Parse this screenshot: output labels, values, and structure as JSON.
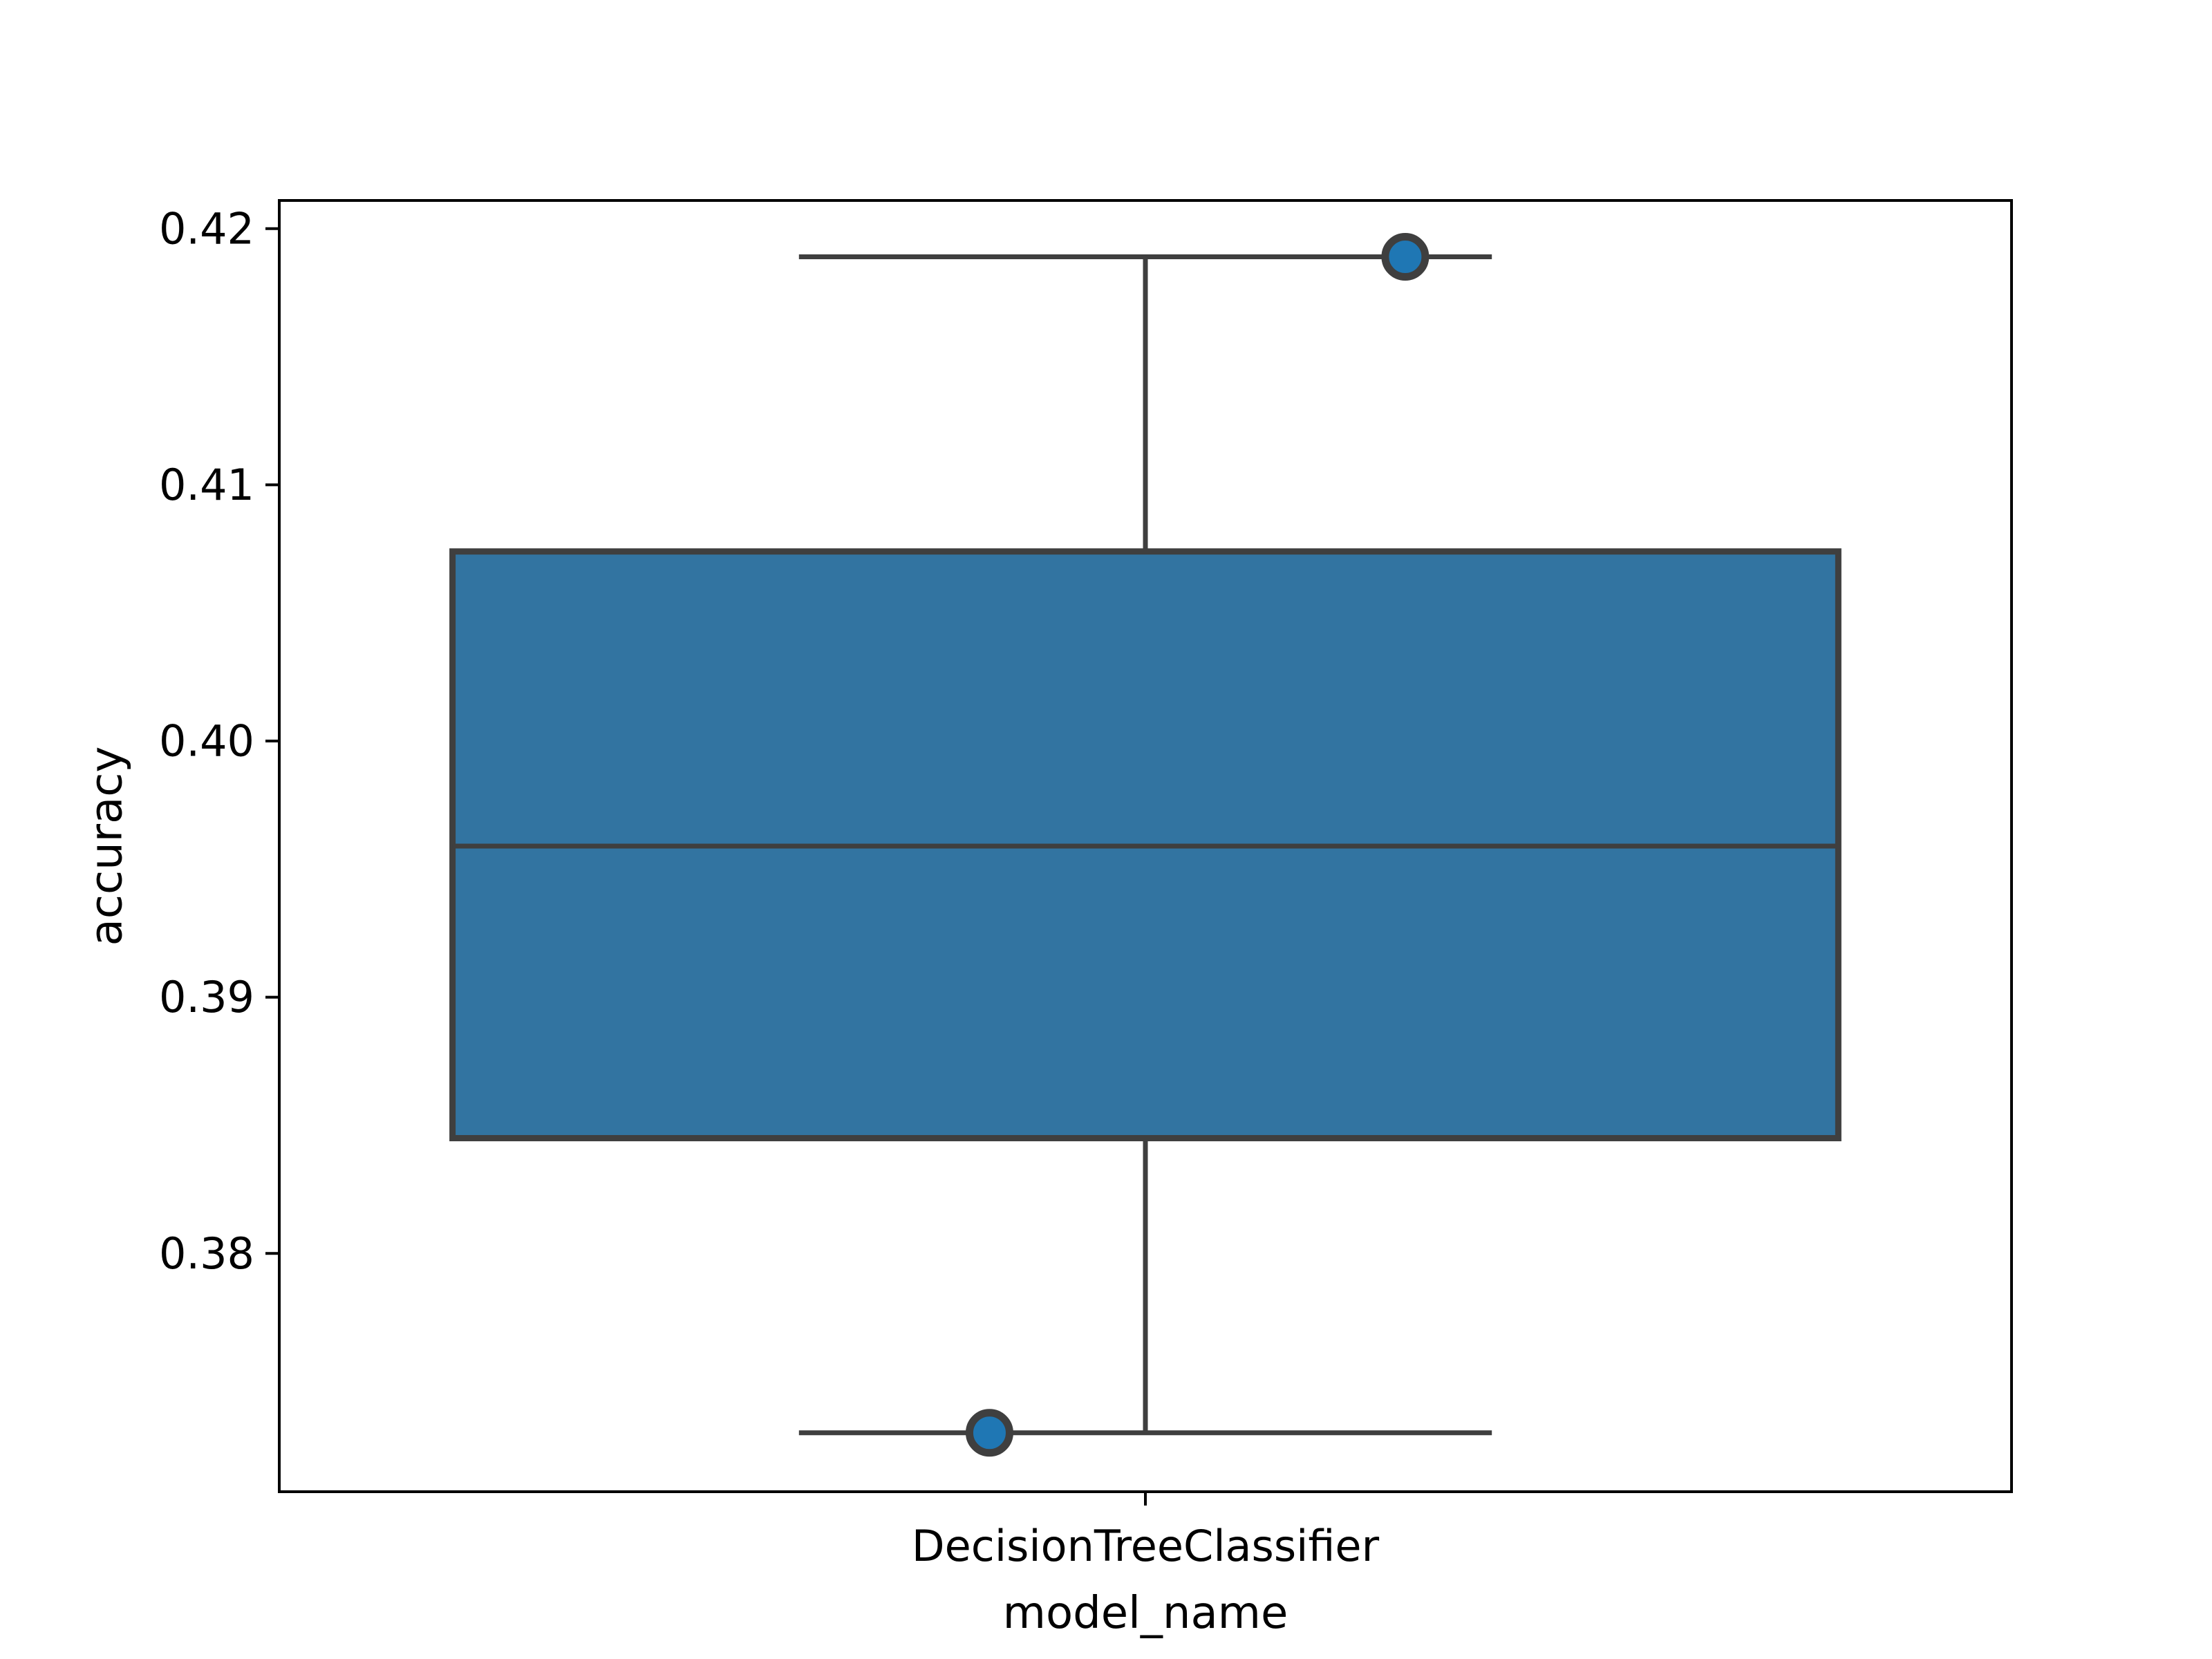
{
  "chart_data": {
    "type": "box",
    "title": "",
    "xlabel": "model_name",
    "ylabel": "accuracy",
    "categories": [
      "DecisionTreeClassifier"
    ],
    "ylim": [
      0.3707,
      0.4211
    ],
    "yticks": [
      0.38,
      0.39,
      0.4,
      0.41,
      0.42
    ],
    "ytick_labels": [
      "0.38",
      "0.39",
      "0.40",
      "0.41",
      "0.42"
    ],
    "boxes": [
      {
        "category": "DecisionTreeClassifier",
        "whisker_low": 0.373,
        "q1": 0.3845,
        "median": 0.3959,
        "q3": 0.4074,
        "whisker_high": 0.4189,
        "points": [
          {
            "x_offset": 0.15,
            "y": 0.4189
          },
          {
            "x_offset": -0.09,
            "y": 0.373
          }
        ]
      }
    ],
    "grid": false,
    "colors": {
      "box_fill": "#3274a1",
      "box_edge": "#3f3f3f",
      "point_fill": "#1f77b4",
      "axis": "#000000"
    }
  }
}
